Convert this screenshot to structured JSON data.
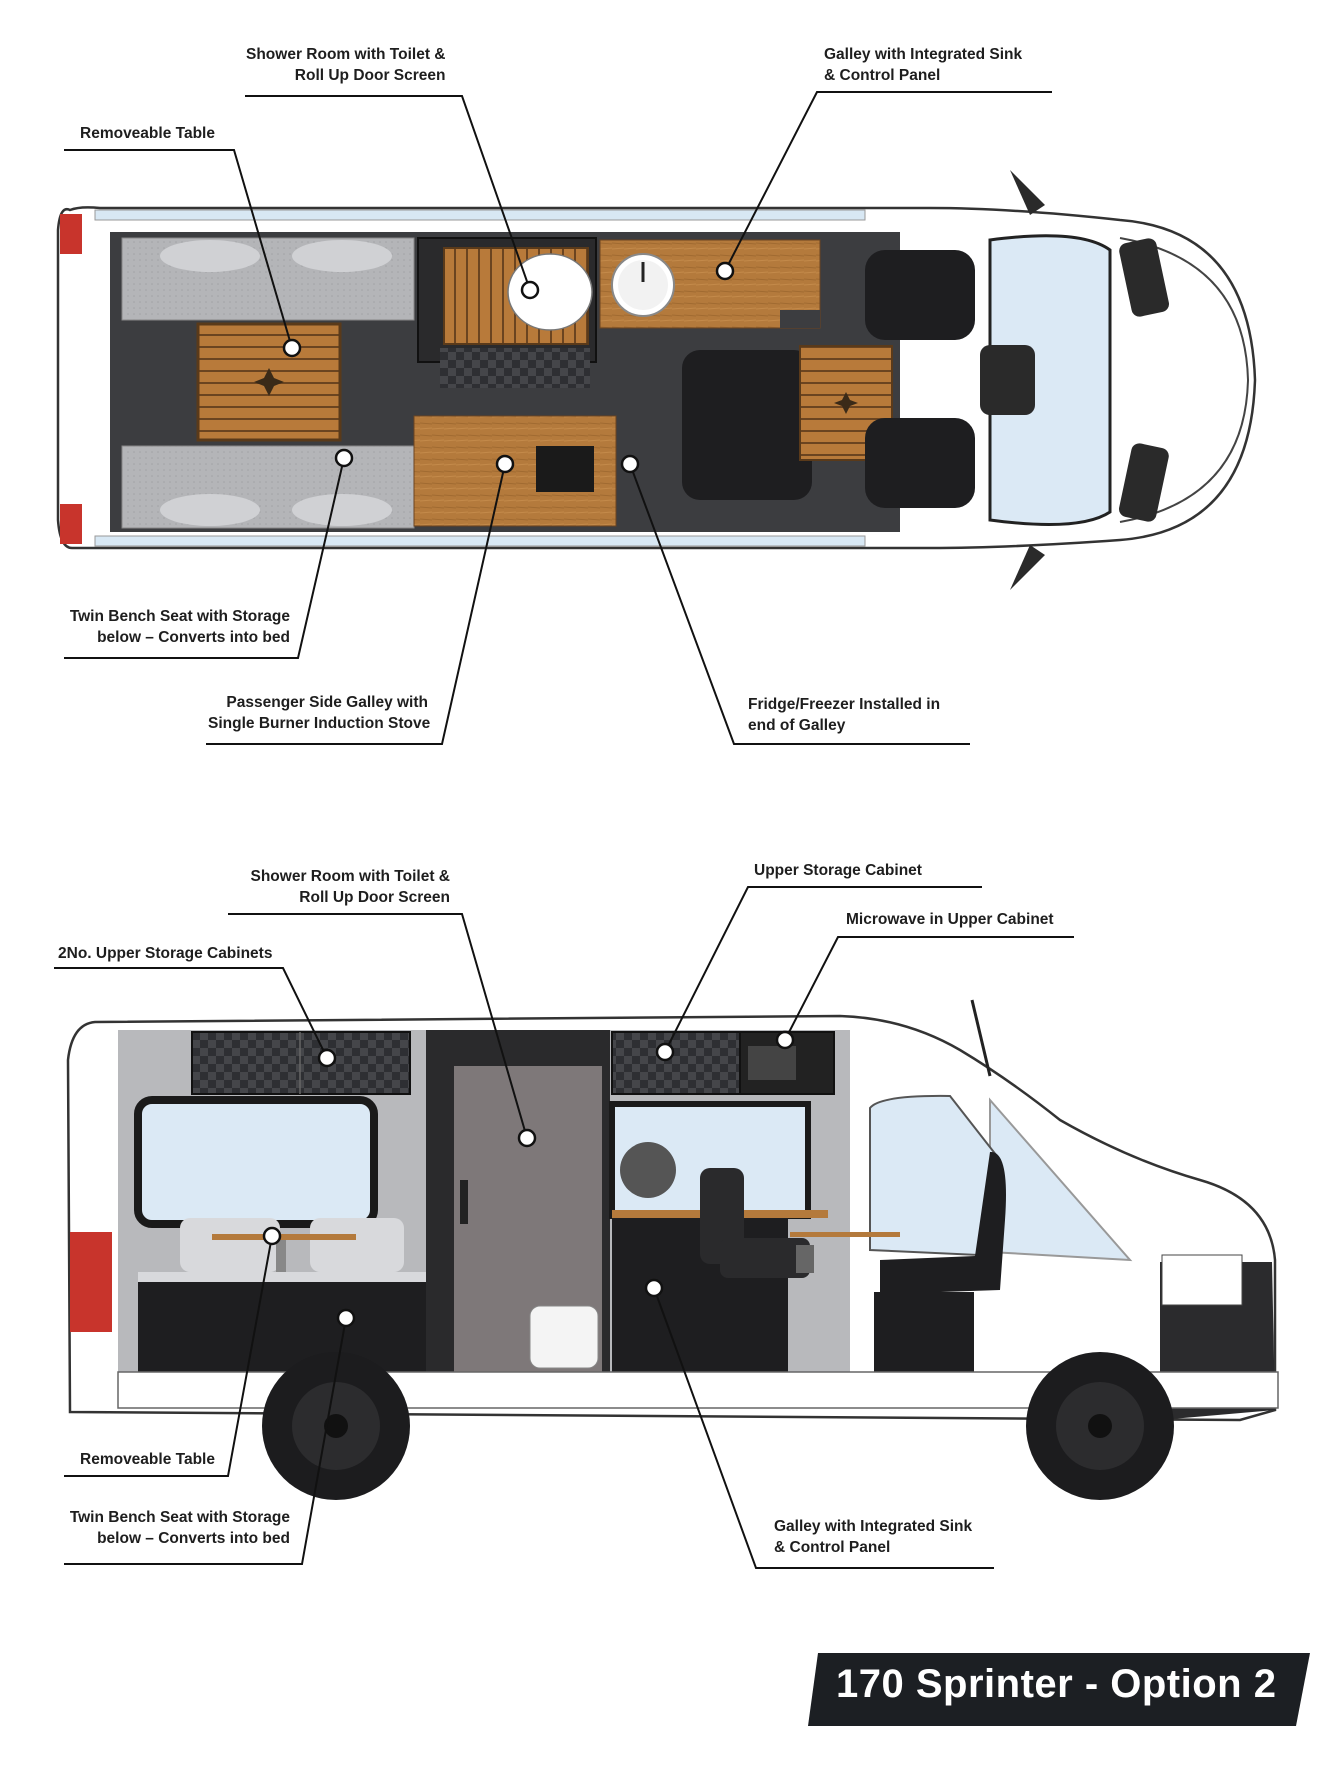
{
  "title": "170 Sprinter - Option 2",
  "colors": {
    "wood": "#b47a3c",
    "floor": "#3c3d40",
    "upholstery": "#b8b9bc",
    "body": "#ffffff",
    "badge": "#1c1f23"
  },
  "top_view": {
    "labels": {
      "shower": {
        "line1": "Shower Room with Toilet &",
        "line2": "Roll Up Door Screen"
      },
      "galley": {
        "line1": "Galley with Integrated Sink",
        "line2": "& Control Panel"
      },
      "table": {
        "line1": "Removeable Table"
      },
      "bench": {
        "line1": "Twin Bench Seat with Storage",
        "line2": "below – Converts into bed"
      },
      "passenger_galley": {
        "line1": "Passenger Side Galley with",
        "line2": "Single Burner Induction Stove"
      },
      "fridge": {
        "line1": "Fridge/Freezer Installed in",
        "line2": "end of Galley"
      }
    }
  },
  "side_view": {
    "labels": {
      "shower": {
        "line1": "Shower Room with Toilet &",
        "line2": "Roll Up Door Screen"
      },
      "upper_cabinet": {
        "line1": "Upper Storage Cabinet"
      },
      "microwave": {
        "line1": "Microwave in Upper Cabinet"
      },
      "upper_cabinets_2": {
        "line1": "2No. Upper Storage Cabinets"
      },
      "table": {
        "line1": "Removeable Table"
      },
      "bench": {
        "line1": "Twin Bench Seat with Storage",
        "line2": "below – Converts into bed"
      },
      "galley": {
        "line1": "Galley with Integrated Sink",
        "line2": "& Control Panel"
      }
    }
  }
}
